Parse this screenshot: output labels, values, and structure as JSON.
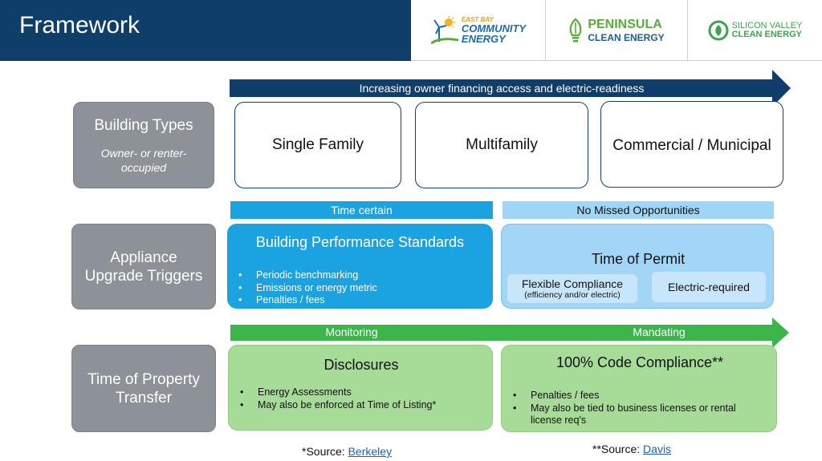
{
  "header": {
    "title": "Framework",
    "logos": [
      {
        "line1": "EAST BAY",
        "line2": "COMMUNITY",
        "line3": "ENERGY",
        "icon": "wind-turbine-sun-icon"
      },
      {
        "line1": "PENINSULA",
        "line2": "CLEAN ENERGY",
        "icon": "leaf-bulb-icon"
      },
      {
        "line1": "SILICON VALLEY",
        "line2": "CLEAN ENERGY",
        "icon": "swirl-leaf-icon"
      }
    ]
  },
  "top_arrow": "Increasing owner financing access and electric-readiness",
  "row1": {
    "label": "Building Types",
    "sublabel": "Owner- or renter-occupied",
    "types": [
      "Single Family",
      "Multifamily",
      "Commercial / Municipal"
    ]
  },
  "strips": {
    "time_certain": "Time certain",
    "no_missed": "No Missed Opportunities"
  },
  "row2": {
    "label": "Appliance Upgrade Triggers",
    "bps": {
      "title": "Building Performance Standards",
      "bullets": [
        "Periodic benchmarking",
        "Emissions or energy metric",
        "Penalties / fees"
      ]
    },
    "permit": {
      "title": "Time of Permit",
      "flexible_title": "Flexible Compliance",
      "flexible_sub": "(efficiency and/or electric)",
      "electric": "Electric-required"
    }
  },
  "mid_arrow": {
    "left": "Monitoring",
    "right": "Mandating"
  },
  "row3": {
    "label": "Time of Property Transfer",
    "disclosures": {
      "title": "Disclosures",
      "bullets": [
        "Energy Assessments",
        "May also be enforced at Time of Listing*"
      ]
    },
    "code": {
      "title": "100% Code Compliance**",
      "bullets": [
        "Penalties / fees",
        "May also be tied to business licenses or rental license req's"
      ]
    }
  },
  "sources": {
    "berkeley_prefix": "*Source: ",
    "berkeley_link": "Berkeley",
    "davis_prefix": "**Source: ",
    "davis_link": "Davis"
  },
  "colors": {
    "navy": "#0f3e6b",
    "gray": "#8c9298",
    "blue": "#1aa3e0",
    "light_blue": "#9fd5f7",
    "green": "#3cb54a",
    "light_green": "#a5dc97"
  }
}
